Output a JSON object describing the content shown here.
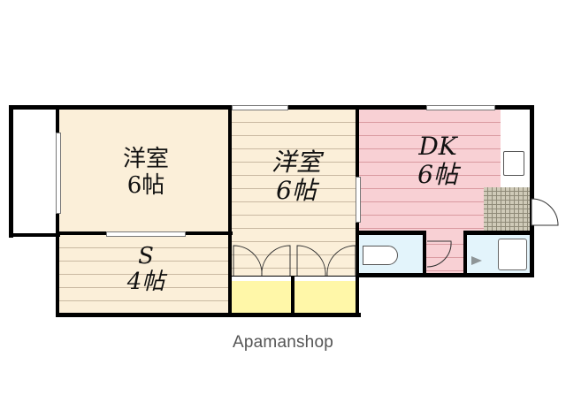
{
  "floorplan": {
    "rooms": [
      {
        "id": "western-room-1",
        "name": "洋室",
        "size": "6帖"
      },
      {
        "id": "western-room-2",
        "name": "洋室",
        "size": "6帖"
      },
      {
        "id": "dining-kitchen",
        "name": "DK",
        "size": "6帖"
      },
      {
        "id": "service-room",
        "name": "S",
        "size": "4帖"
      }
    ],
    "fixtures": [
      "balcony",
      "closet",
      "closet",
      "toilet",
      "washbasin",
      "bathtub",
      "sink",
      "stove",
      "genkan",
      "entrance-door"
    ],
    "colors": {
      "beige_floor": "#fbefd9",
      "pink_floor": "#f8d0d4",
      "blue_floor": "#e3f4fb",
      "closet_yellow": "#fff7a8",
      "genkan_tile": "#cfcab8",
      "wall": "#000000"
    }
  },
  "watermark": "Apamanshop"
}
